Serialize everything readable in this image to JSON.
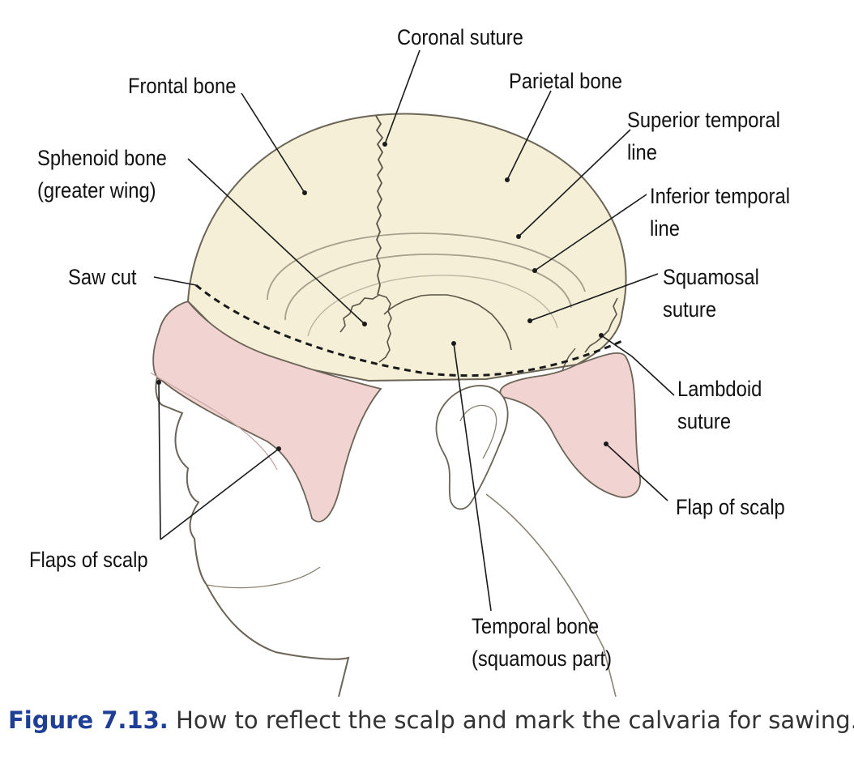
{
  "labels": {
    "coronal_suture": "Coronal suture",
    "frontal_bone": "Frontal bone",
    "parietal_bone": "Parietal bone",
    "superior_temporal_line": [
      "Superior temporal",
      "line"
    ],
    "sphenoid_bone": [
      "Sphenoid bone",
      "(greater wing)"
    ],
    "inferior_temporal_line": [
      "Inferior temporal",
      "line"
    ],
    "saw_cut": "Saw cut",
    "squamosal_suture": [
      "Squamosal",
      "suture"
    ],
    "lambdoid_suture": [
      "Lambdoid",
      "suture"
    ],
    "flap_of_scalp": "Flap of scalp",
    "flaps_of_scalp": "Flaps of scalp",
    "temporal_bone": [
      "Temporal bone",
      "(squamous part)"
    ]
  },
  "caption": {
    "number": "Figure 7.13.",
    "text": " How to reflect the scalp and mark the calvaria for sawing."
  },
  "colors": {
    "scalp_flap": "#f1d3d1",
    "skull": "#f4efd6",
    "caption_number": "#1f3f96",
    "caption_text": "#333333"
  }
}
